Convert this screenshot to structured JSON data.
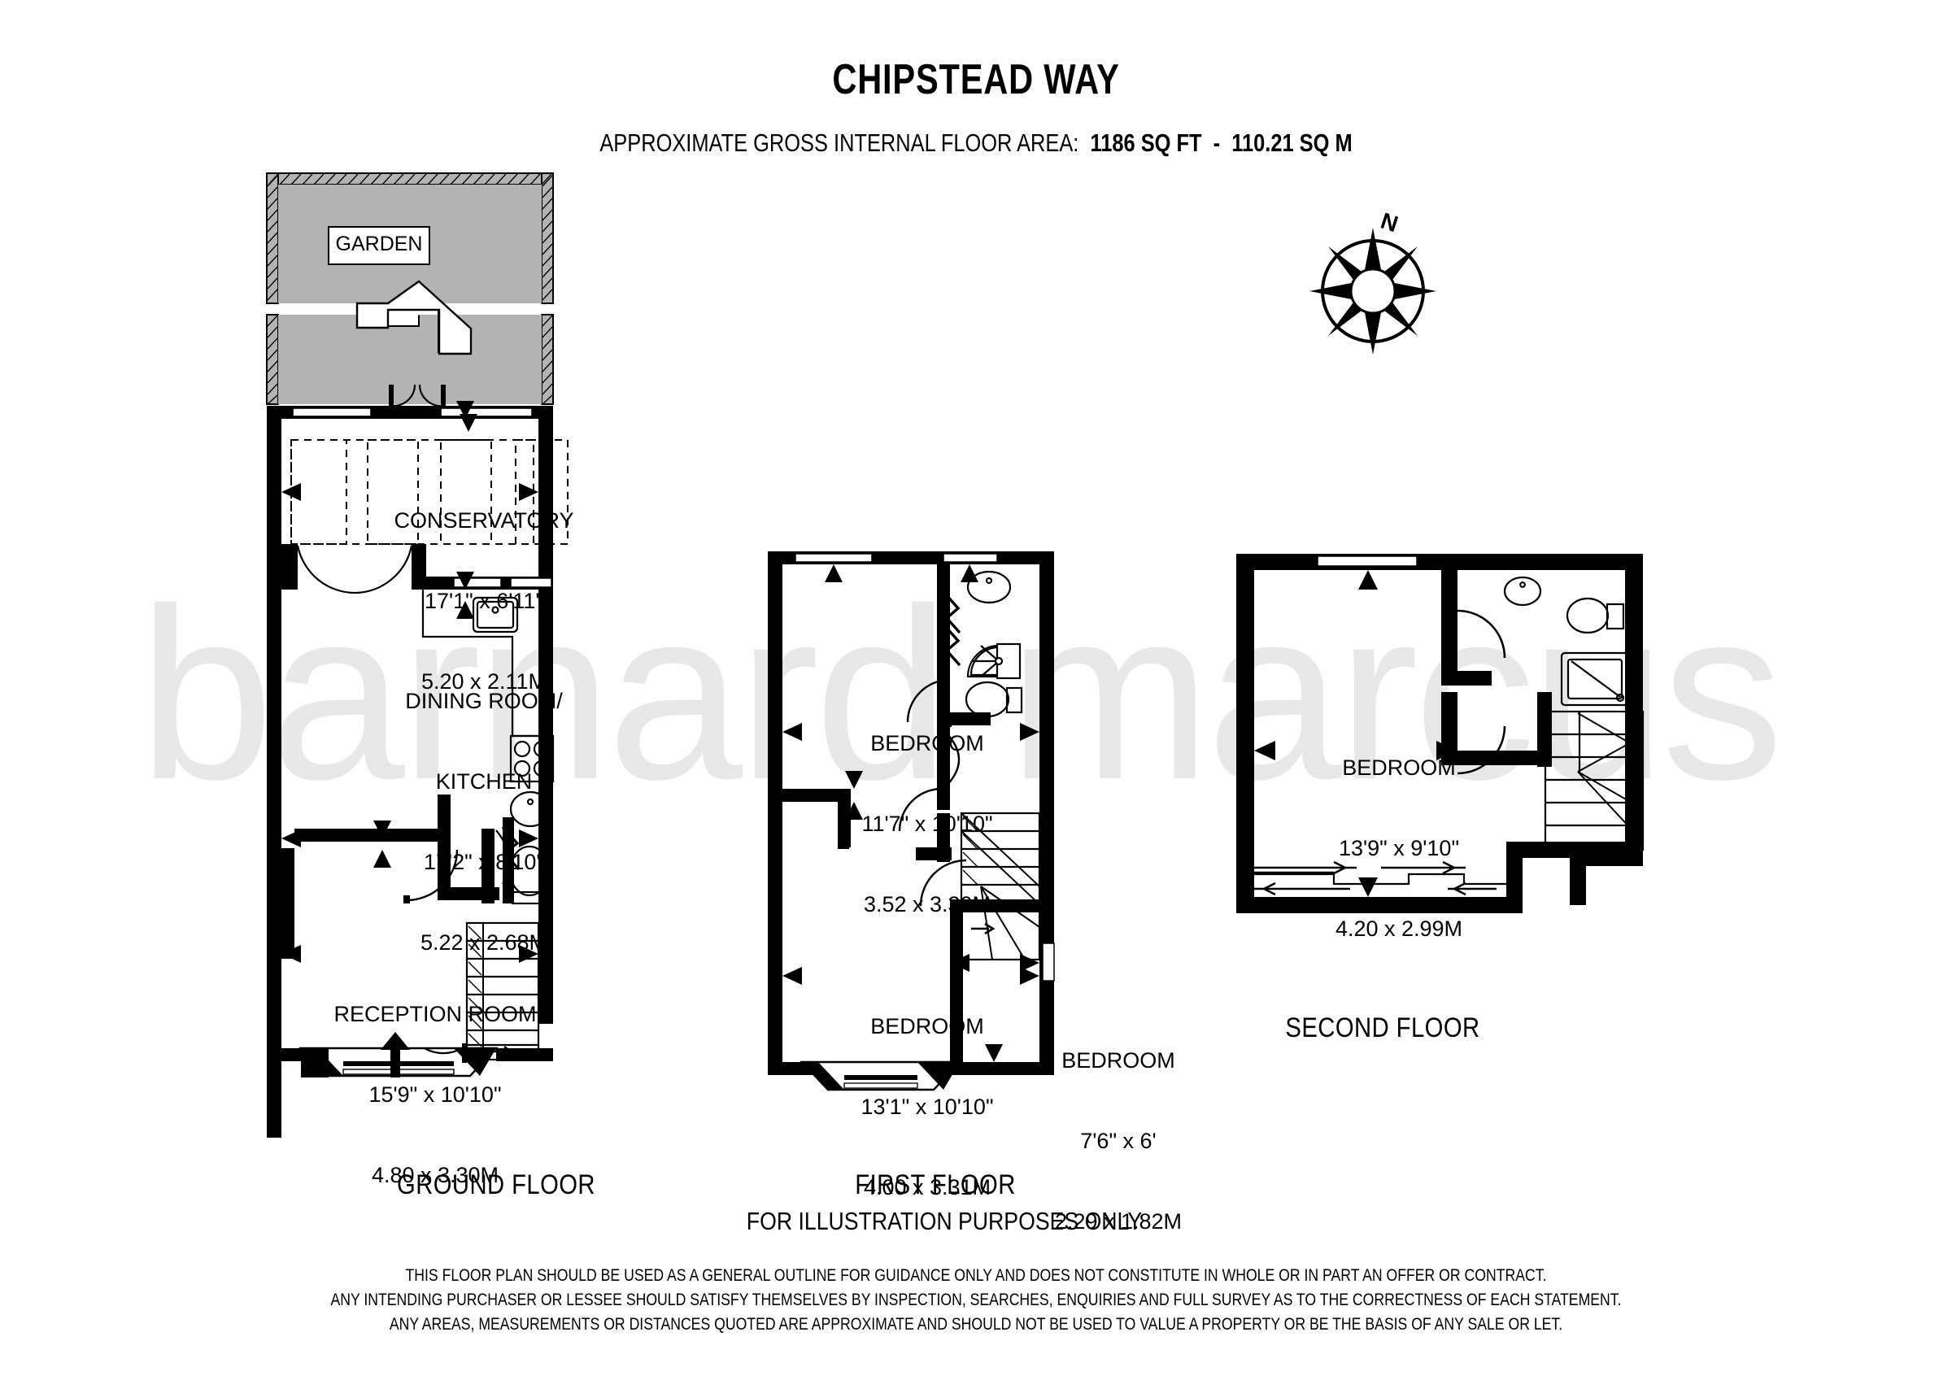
{
  "header": {
    "title": "CHIPSTEAD WAY",
    "area_prefix": "APPROXIMATE GROSS INTERNAL FLOOR AREA:",
    "area_value": "1186 SQ FT  -  110.21 SQ M"
  },
  "compass": {
    "north_label": "N",
    "icon": "compass-rose-icon"
  },
  "watermark": {
    "text": "barnard marcus"
  },
  "garden": {
    "label": "GARDEN"
  },
  "floors": [
    {
      "id": "ground",
      "label": "GROUND FLOOR",
      "rooms": [
        {
          "name": "CONSERVATORY",
          "imperial": "17'1\" x 6'11\"",
          "metric": "5.20 x 2.11M"
        },
        {
          "name": "DINING ROOM/",
          "name2": "KITCHEN",
          "imperial": "17'2\" x 8'10\"",
          "metric": "5.22 x 2.68M"
        },
        {
          "name": "RECEPTION ROOM",
          "imperial": "15'9\" x 10'10\"",
          "metric": "4.80 x 3.30M"
        }
      ]
    },
    {
      "id": "first",
      "label": "FIRST FLOOR",
      "sub_label": "FOR ILLUSTRATION PURPOSES ONLY",
      "rooms": [
        {
          "name": "BEDROOM",
          "imperial": "11'7\" x 10'10\"",
          "metric": "3.52 x 3.30M"
        },
        {
          "name": "BEDROOM",
          "imperial": "13'1\" x 10'10\"",
          "metric": "4.00 x 3.31M"
        },
        {
          "name": "BEDROOM",
          "imperial": "7'6\" x 6'",
          "metric": "2.29 x 1.82M"
        }
      ]
    },
    {
      "id": "second",
      "label": "SECOND FLOOR",
      "rooms": [
        {
          "name": "BEDROOM",
          "imperial": "13'9\" x 9'10\"",
          "metric": "4.20 x 2.99M"
        }
      ]
    }
  ],
  "disclaimer": [
    "THIS FLOOR PLAN SHOULD BE USED AS A GENERAL OUTLINE FOR GUIDANCE ONLY AND DOES NOT CONSTITUTE IN WHOLE OR IN PART AN OFFER OR CONTRACT.",
    "ANY INTENDING PURCHASER OR LESSEE SHOULD SATISFY THEMSELVES BY INSPECTION, SEARCHES, ENQUIRIES AND FULL SURVEY AS TO THE CORRECTNESS OF EACH STATEMENT.",
    "ANY AREAS, MEASUREMENTS OR DISTANCES QUOTED ARE APPROXIMATE AND SHOULD NOT BE USED TO VALUE A PROPERTY OR BE THE BASIS OF ANY SALE OR LET."
  ],
  "colors": {
    "wall": "#000000",
    "garden_fill": "#b3b3b3",
    "watermark": "#e8e8e8",
    "background": "#ffffff"
  }
}
